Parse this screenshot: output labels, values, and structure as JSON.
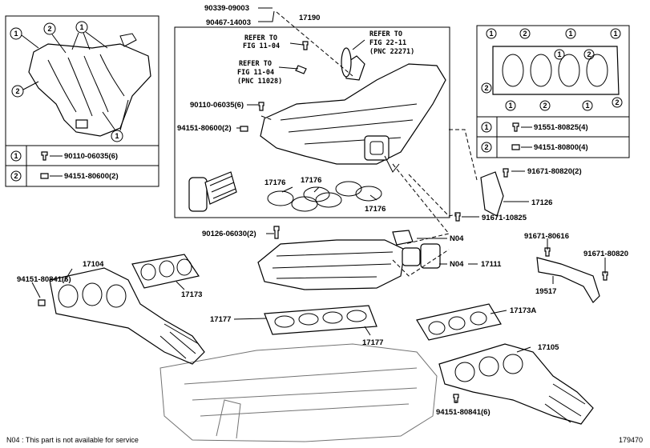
{
  "callouts": {
    "c_90339": "90339-09003",
    "c_90467": "90467-14003",
    "c_17190": "17190",
    "c_refer1_a": "REFER TO",
    "c_refer1_b": "FIG 11-04",
    "c_refer2_a": "REFER TO",
    "c_refer2_b": "FIG 22-11",
    "c_refer2_c": "(PNC 22271)",
    "c_refer3_a": "REFER TO",
    "c_refer3_b": "FIG 11-04",
    "c_refer3_c": "(PNC 11028)",
    "c_90110_06035": "90110-06035(6)",
    "c_94151_80600": "94151-80600(2)",
    "c_17176_a": "17176",
    "c_17176_b": "17176",
    "c_17176_c": "17176",
    "c_91671_80820_a": "91671-80820(2)",
    "c_17126": "17126",
    "c_91671_10825": "91671-10825",
    "c_90126": "90126-06030(2)",
    "c_n04_a": "N04",
    "c_n04_b": "N04",
    "c_17111": "17111",
    "c_91671_80616": "91671-80616",
    "c_91671_80820_b": "91671-80820",
    "c_19517": "19517",
    "c_17104": "17104",
    "c_94151_80841_a": "94151-80841(6)",
    "c_17173": "17173",
    "c_17177_a": "17177",
    "c_17177_b": "17177",
    "c_17173a": "17173A",
    "c_17105": "17105",
    "c_94151_80841_b": "94151-80841(6)"
  },
  "inset_left": {
    "markers": [
      "1",
      "2",
      "1",
      "2",
      "1"
    ],
    "legend": [
      {
        "num": "1",
        "part": "90110-06035(6)"
      },
      {
        "num": "2",
        "part": "94151-80600(2)"
      }
    ]
  },
  "inset_right": {
    "markers": [
      "1",
      "2",
      "1",
      "1",
      "2",
      "1",
      "2",
      "1",
      "2",
      "1",
      "2"
    ],
    "legend": [
      {
        "num": "1",
        "part": "91551-80825(4)"
      },
      {
        "num": "2",
        "part": "94151-80800(4)"
      }
    ]
  },
  "footer": {
    "note": "N04 : This part is not available for service",
    "figure_id": "179470"
  }
}
